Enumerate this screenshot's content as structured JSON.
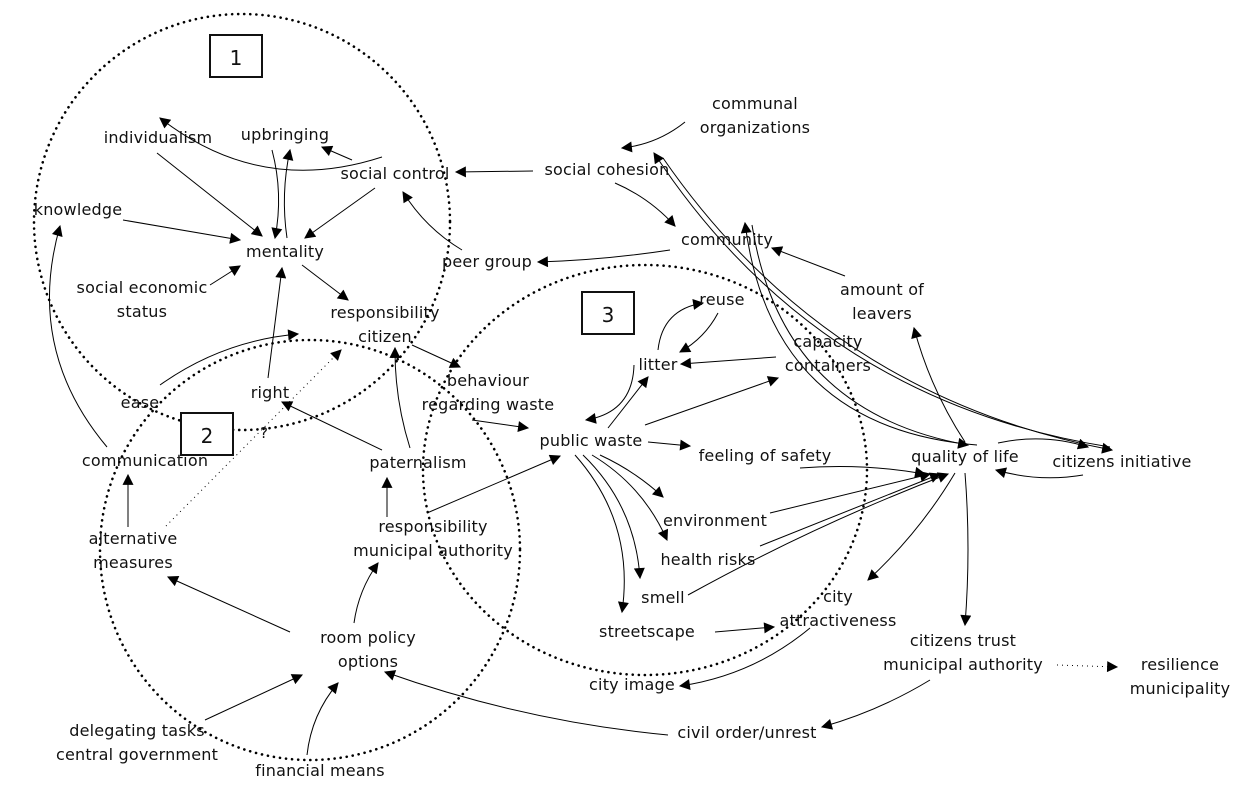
{
  "diagram": {
    "type": "causal-loop",
    "clusters": [
      {
        "id": "1",
        "label": "1"
      },
      {
        "id": "2",
        "label": "2"
      },
      {
        "id": "3",
        "label": "3"
      }
    ],
    "uncertain_marker": "?",
    "nodes": [
      {
        "id": "individualism",
        "label": "individualism"
      },
      {
        "id": "upbringing",
        "label": "upbringing"
      },
      {
        "id": "social_control",
        "label": "social control"
      },
      {
        "id": "knowledge",
        "label": "knowledge"
      },
      {
        "id": "mentality",
        "label": "mentality"
      },
      {
        "id": "ses",
        "label": "social economic\nstatus"
      },
      {
        "id": "resp_citizen",
        "label": "responsibility\ncitizen"
      },
      {
        "id": "peer_group",
        "label": "peer group"
      },
      {
        "id": "ease",
        "label": "ease"
      },
      {
        "id": "right",
        "label": "right"
      },
      {
        "id": "communication",
        "label": "communication"
      },
      {
        "id": "paternalism",
        "label": "paternalism"
      },
      {
        "id": "behaviour",
        "label": "behaviour\nregarding waste"
      },
      {
        "id": "alt_measures",
        "label": "alternative\nmeasures"
      },
      {
        "id": "resp_municipal",
        "label": "responsibility\nmunicipal authority"
      },
      {
        "id": "room_policy",
        "label": "room policy\noptions"
      },
      {
        "id": "delegating",
        "label": "delegating tasks\ncentral government"
      },
      {
        "id": "financial",
        "label": "financial means"
      },
      {
        "id": "communal_org",
        "label": "communal\norganizations"
      },
      {
        "id": "social_cohesion",
        "label": "social cohesion"
      },
      {
        "id": "community",
        "label": "community"
      },
      {
        "id": "amount_leavers",
        "label": "amount of\nleavers"
      },
      {
        "id": "reuse",
        "label": "reuse"
      },
      {
        "id": "litter",
        "label": "litter"
      },
      {
        "id": "capacity",
        "label": "capacity\ncontainers"
      },
      {
        "id": "public_waste",
        "label": "public waste"
      },
      {
        "id": "safety",
        "label": "feeling of safety"
      },
      {
        "id": "quality_life",
        "label": "quality of life"
      },
      {
        "id": "citizens_initiative",
        "label": "citizens initiative"
      },
      {
        "id": "environment",
        "label": "environment"
      },
      {
        "id": "health",
        "label": "health risks"
      },
      {
        "id": "smell",
        "label": "smell"
      },
      {
        "id": "streetscape",
        "label": "streetscape"
      },
      {
        "id": "city_attr",
        "label": "city\nattractiveness"
      },
      {
        "id": "city_image",
        "label": "city image"
      },
      {
        "id": "citizens_trust",
        "label": "citizens trust\nmunicipal authority"
      },
      {
        "id": "resilience",
        "label": "resilience\nmunicipality"
      },
      {
        "id": "civil_order",
        "label": "civil order/unrest"
      }
    ],
    "edges": [
      {
        "from": "social_control",
        "to": "individualism"
      },
      {
        "from": "social_control",
        "to": "upbringing"
      },
      {
        "from": "individualism",
        "to": "mentality"
      },
      {
        "from": "upbringing",
        "to": "mentality"
      },
      {
        "from": "mentality",
        "to": "upbringing"
      },
      {
        "from": "social_control",
        "to": "mentality"
      },
      {
        "from": "knowledge",
        "to": "mentality"
      },
      {
        "from": "ses",
        "to": "mentality"
      },
      {
        "from": "peer_group",
        "to": "social_control"
      },
      {
        "from": "mentality",
        "to": "resp_citizen"
      },
      {
        "from": "right",
        "to": "mentality"
      },
      {
        "from": "ease",
        "to": "resp_citizen"
      },
      {
        "from": "communication",
        "to": "knowledge"
      },
      {
        "from": "paternalism",
        "to": "right"
      },
      {
        "from": "paternalism",
        "to": "resp_citizen"
      },
      {
        "from": "resp_citizen",
        "to": "behaviour"
      },
      {
        "from": "alt_measures",
        "to": "resp_citizen",
        "style": "dotted"
      },
      {
        "from": "alt_measures",
        "to": "communication"
      },
      {
        "from": "resp_municipal",
        "to": "paternalism"
      },
      {
        "from": "resp_municipal",
        "to": "public_waste"
      },
      {
        "from": "room_policy",
        "to": "alt_measures"
      },
      {
        "from": "room_policy",
        "to": "resp_municipal"
      },
      {
        "from": "delegating",
        "to": "room_policy"
      },
      {
        "from": "financial",
        "to": "room_policy"
      },
      {
        "from": "civil_order",
        "to": "room_policy"
      },
      {
        "from": "behaviour",
        "to": "public_waste"
      },
      {
        "from": "communal_org",
        "to": "social_cohesion"
      },
      {
        "from": "social_cohesion",
        "to": "social_control"
      },
      {
        "from": "social_cohesion",
        "to": "community"
      },
      {
        "from": "community",
        "to": "peer_group"
      },
      {
        "from": "amount_leavers",
        "to": "community"
      },
      {
        "from": "quality_life",
        "to": "community"
      },
      {
        "from": "community",
        "to": "quality_life"
      },
      {
        "from": "citizens_initiative",
        "to": "social_cohesion"
      },
      {
        "from": "social_cohesion",
        "to": "citizens_initiative"
      },
      {
        "from": "quality_life",
        "to": "amount_leavers"
      },
      {
        "from": "litter",
        "to": "reuse"
      },
      {
        "from": "reuse",
        "to": "litter"
      },
      {
        "from": "capacity",
        "to": "litter"
      },
      {
        "from": "litter",
        "to": "public_waste"
      },
      {
        "from": "public_waste",
        "to": "litter"
      },
      {
        "from": "public_waste",
        "to": "capacity"
      },
      {
        "from": "public_waste",
        "to": "safety"
      },
      {
        "from": "public_waste",
        "to": "environment"
      },
      {
        "from": "public_waste",
        "to": "health"
      },
      {
        "from": "public_waste",
        "to": "smell"
      },
      {
        "from": "public_waste",
        "to": "streetscape"
      },
      {
        "from": "safety",
        "to": "quality_life"
      },
      {
        "from": "environment",
        "to": "quality_life"
      },
      {
        "from": "health",
        "to": "quality_life"
      },
      {
        "from": "smell",
        "to": "quality_life"
      },
      {
        "from": "quality_life",
        "to": "city_attr"
      },
      {
        "from": "streetscape",
        "to": "city_attr"
      },
      {
        "from": "city_attr",
        "to": "city_image"
      },
      {
        "from": "quality_life",
        "to": "citizens_initiative"
      },
      {
        "from": "citizens_initiative",
        "to": "quality_life"
      },
      {
        "from": "quality_life",
        "to": "citizens_trust"
      },
      {
        "from": "citizens_trust",
        "to": "resilience",
        "style": "dotted"
      },
      {
        "from": "citizens_trust",
        "to": "civil_order"
      }
    ]
  }
}
